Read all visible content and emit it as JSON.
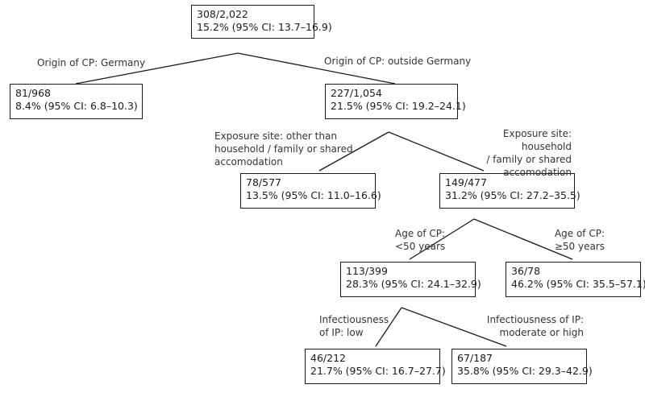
{
  "nodes": {
    "root": {
      "count": "308/2,022",
      "pct": "15.2% (95% CI: 13.7–16.9)"
    },
    "germany": {
      "count": "81/968",
      "pct": "8.4% (95% CI: 6.8–10.3)"
    },
    "outside": {
      "count": "227/1,054",
      "pct": "21.5% (95% CI: 19.2–24.1)"
    },
    "other_site": {
      "count": "78/577",
      "pct": "13.5% (95% CI: 11.0–16.6)"
    },
    "household": {
      "count": "149/477",
      "pct": "31.2% (95% CI: 27.2–35.5)"
    },
    "age_lt50": {
      "count": "113/399",
      "pct": "28.3% (95% CI: 24.1–32.9)"
    },
    "age_ge50": {
      "count": "36/78",
      "pct": "46.2% (95% CI: 35.5–57.1)"
    },
    "inf_low": {
      "count": "46/212",
      "pct": "21.7% (95% CI: 16.7–27.7)"
    },
    "inf_high": {
      "count": "67/187",
      "pct": "35.8% (95% CI: 29.3–42.9)"
    }
  },
  "branches": {
    "origin_germany": [
      "Origin of CP: Germany"
    ],
    "origin_outside": [
      "Origin of CP: outside Germany"
    ],
    "site_other": [
      "Exposure site: other than",
      "household / family or shared",
      "accomodation"
    ],
    "site_household": [
      "Exposure site: household",
      "/ family or shared",
      "accomodation"
    ],
    "age_lt50": [
      "Age of CP:",
      "<50 years"
    ],
    "age_ge50": [
      "Age of CP:",
      "≥50 years"
    ],
    "inf_low": [
      "Infectiousness",
      "of IP: low"
    ],
    "inf_high": [
      "Infectiousness of IP:",
      "moderate or high"
    ]
  }
}
